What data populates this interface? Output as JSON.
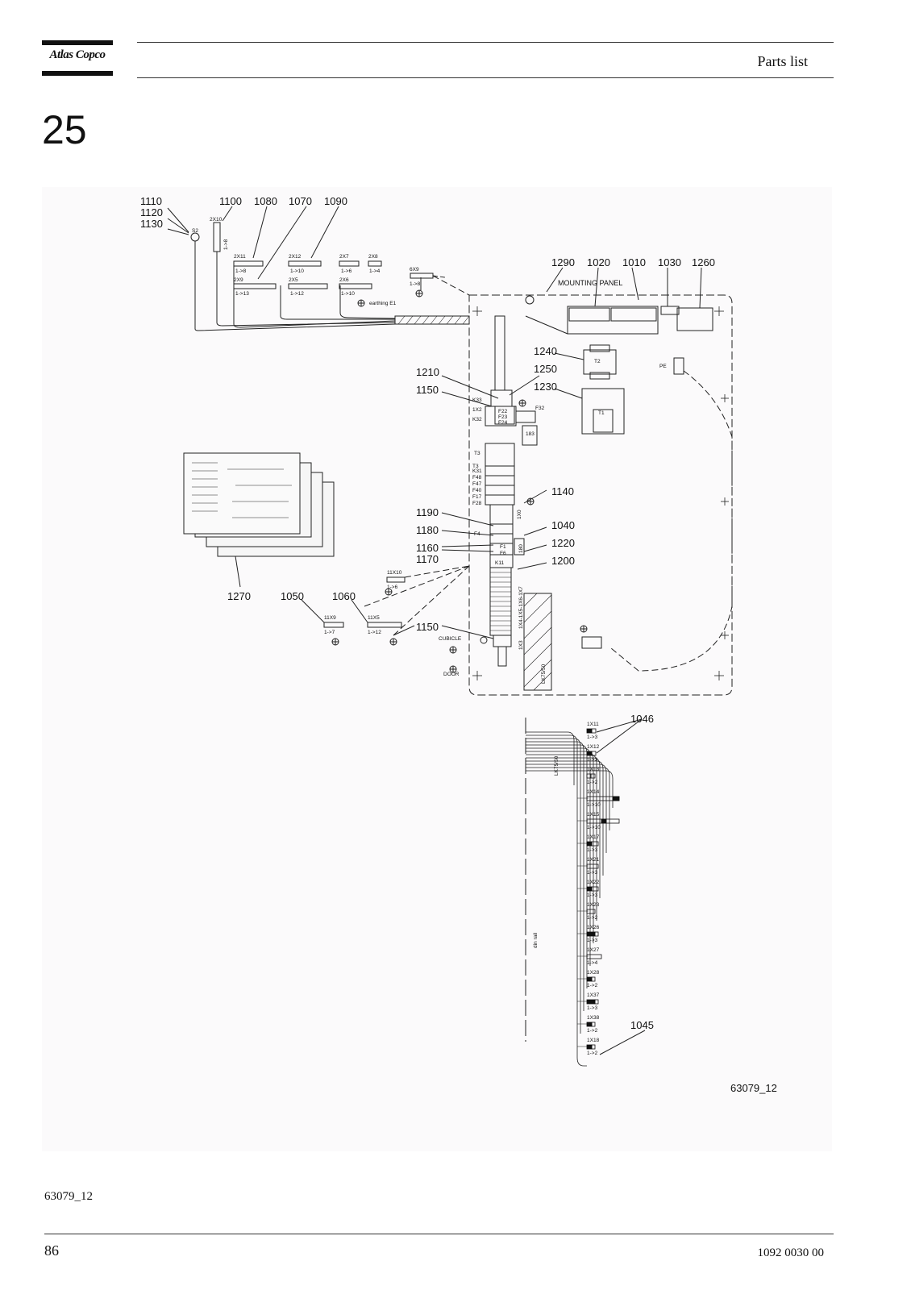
{
  "header": {
    "brand": "Atlas Copco",
    "section": "Parts list",
    "figure_number": "25"
  },
  "diagram": {
    "drawing_code": "63079_12",
    "callouts": [
      {
        "id": "c1110",
        "text": "1110"
      },
      {
        "id": "c1120",
        "text": "1120"
      },
      {
        "id": "c1130",
        "text": "1130"
      },
      {
        "id": "c1100",
        "text": "1100"
      },
      {
        "id": "c1080",
        "text": "1080"
      },
      {
        "id": "c1070",
        "text": "1070"
      },
      {
        "id": "c1090",
        "text": "1090"
      },
      {
        "id": "c1290",
        "text": "1290"
      },
      {
        "id": "c1020",
        "text": "1020"
      },
      {
        "id": "c1010",
        "text": "1010"
      },
      {
        "id": "c1030",
        "text": "1030"
      },
      {
        "id": "c1260",
        "text": "1260"
      },
      {
        "id": "c1240",
        "text": "1240"
      },
      {
        "id": "c1210",
        "text": "1210"
      },
      {
        "id": "c1250",
        "text": "1250"
      },
      {
        "id": "c1150a",
        "text": "1150"
      },
      {
        "id": "c1230",
        "text": "1230"
      },
      {
        "id": "c1140",
        "text": "1140"
      },
      {
        "id": "c1190",
        "text": "1190"
      },
      {
        "id": "c1040",
        "text": "1040"
      },
      {
        "id": "c1180",
        "text": "1180"
      },
      {
        "id": "c1220",
        "text": "1220"
      },
      {
        "id": "c1160",
        "text": "1160"
      },
      {
        "id": "c1200",
        "text": "1200"
      },
      {
        "id": "c1170",
        "text": "1170"
      },
      {
        "id": "c1270",
        "text": "1270"
      },
      {
        "id": "c1050",
        "text": "1050"
      },
      {
        "id": "c1060",
        "text": "1060"
      },
      {
        "id": "c1150b",
        "text": "1150"
      },
      {
        "id": "c1046",
        "text": "1046"
      },
      {
        "id": "c1045",
        "text": "1045"
      }
    ],
    "labels": {
      "mounting_panel": "MOUNTING PANEL",
      "s2": "S2",
      "earthing": "earthing E1",
      "pe": "PE",
      "cubicle": "CUBICLE",
      "door": "DOOR",
      "din_rail": "LK75/50",
      "rail_label": "din rail",
      "t1": "T1",
      "t2": "T2",
      "t3": "T3"
    },
    "harness_connectors": [
      {
        "name": "2X10",
        "range": "1->8"
      },
      {
        "name": "2X11",
        "range": "1->8"
      },
      {
        "name": "2X12",
        "range": "1->10"
      },
      {
        "name": "2X7",
        "range": "1->6"
      },
      {
        "name": "2X8",
        "range": "1->4"
      },
      {
        "name": "2X9",
        "range": "1->13"
      },
      {
        "name": "2X5",
        "range": "1->12"
      },
      {
        "name": "2X6",
        "range": "1->10"
      },
      {
        "name": "6X9",
        "range": "1->8"
      },
      {
        "name": "11X10",
        "range": "1->6"
      },
      {
        "name": "11X9",
        "range": "1->7"
      },
      {
        "name": "11X5",
        "range": "1->12"
      }
    ],
    "panel_components": [
      "K33",
      "1X2",
      "K32",
      "F22",
      "F23",
      "F24",
      "F32",
      "183",
      "T3",
      "K31",
      "F48",
      "F47",
      "F40",
      "F17",
      "F28",
      "1X0",
      "F4",
      "F1",
      "F6",
      "K11",
      "180",
      "1X4-1X5-1X6-1X7",
      "1X3"
    ],
    "rail_connectors": [
      {
        "name": "1X11",
        "range": "1->3"
      },
      {
        "name": "1X12",
        "range": "1->3"
      },
      {
        "name": "1X13",
        "range": "1->2"
      },
      {
        "name": "1X14",
        "range": "1->10"
      },
      {
        "name": "1X15",
        "range": "1->10"
      },
      {
        "name": "1X17",
        "range": "1->3"
      },
      {
        "name": "1X21",
        "range": "1->3"
      },
      {
        "name": "1X22",
        "range": "1->3"
      },
      {
        "name": "1X23",
        "range": "1->2"
      },
      {
        "name": "1X26",
        "range": "1->3"
      },
      {
        "name": "1X27",
        "range": "1->4"
      },
      {
        "name": "1X28",
        "range": "1->2"
      },
      {
        "name": "1X37",
        "range": "1->3"
      },
      {
        "name": "1X38",
        "range": "1->2"
      },
      {
        "name": "1X18",
        "range": "1->2"
      }
    ]
  },
  "footer": {
    "figure_code": "63079_12",
    "page_number": "86",
    "document_number": "1092 0030 00"
  }
}
